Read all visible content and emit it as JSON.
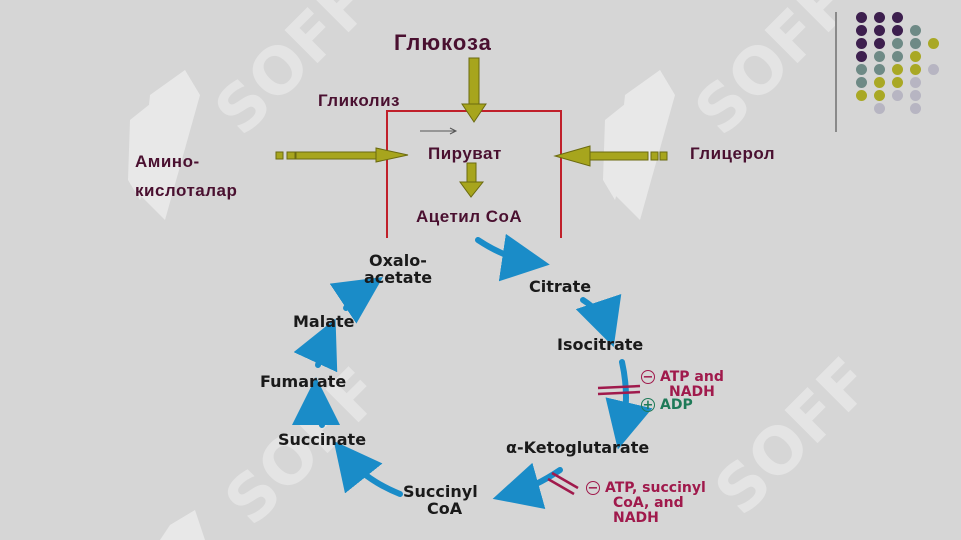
{
  "title": "Глюкоза",
  "pathway": {
    "glycolysis": "Гликолиз",
    "amino_line1": "Амино-",
    "amino_line2": "кислоталар",
    "glycerol": "Глицерол",
    "pyruvate": "Пируват",
    "acetyl": "Ацетил CoA"
  },
  "cycle": {
    "oxalo_1": "Oxalo-",
    "oxalo_2": "acetate",
    "citrate": "Citrate",
    "isocitrate": "Isocitrate",
    "akg": "α-Ketoglutarate",
    "succcoa_1": "Succinyl",
    "succcoa_2": "CoA",
    "succinate": "Succinate",
    "fumarate": "Fumarate",
    "malate": "Malate"
  },
  "regulation": {
    "minus": "−",
    "plus": "+",
    "idh_neg_1": "ATP and",
    "idh_neg_2": "NADH",
    "idh_pos": "ADP",
    "akg_neg_1": "ATP, succinyl",
    "akg_neg_2": "CoA, and",
    "akg_neg_3": "NADH"
  },
  "watermark": "SOFF",
  "colors": {
    "background": "#d6d6d6",
    "arrow_olive": "#a7a51d",
    "cycle_blue": "#1a8cc8",
    "frame_red": "#c0202a",
    "label_maroon": "#4a1030",
    "inhibitor": "#a01a4c",
    "activator": "#1e7a58"
  },
  "decor_dots": {
    "colors": [
      "#3d1f4e",
      "#6e8a86",
      "#a9a825",
      "#b7b5c2"
    ]
  }
}
